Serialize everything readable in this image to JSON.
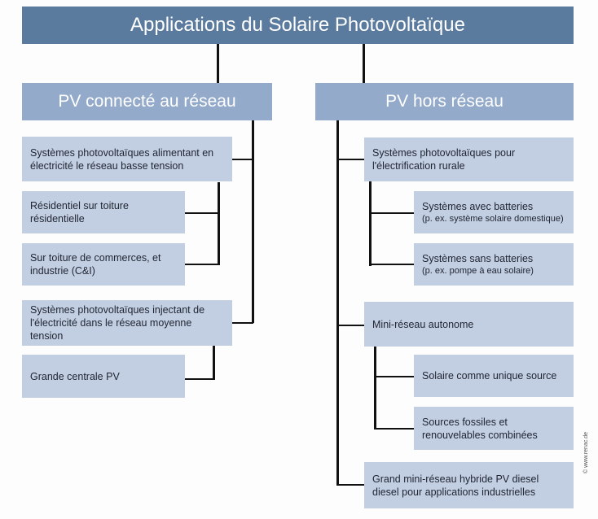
{
  "title": "Applications du Solaire Photovoltaïque",
  "left": {
    "header": "PV connecté au réseau",
    "low_voltage": "Systèmes photovoltaïques alimentant en électricité le réseau basse tension",
    "residential": "Résidentiel sur toiture résidentielle",
    "commercial": "Sur toiture de commerces, et industrie (C&I)",
    "medium_voltage": "Systèmes photovoltaïques injectant de l'électricité dans le réseau moyenne tension",
    "large_plant": "Grande centrale PV"
  },
  "right": {
    "header": "PV hors réseau",
    "rural": "Systèmes photovoltaïques pour l'électrification rurale",
    "with_batteries": "Systèmes avec batteries",
    "with_batteries_example": "(p. ex. système solaire domestique)",
    "without_batteries": "Systèmes sans batteries",
    "without_batteries_example": "(p. ex. pompe à eau solaire)",
    "mini_grid": "Mini-réseau autonome",
    "solar_only": "Solaire comme unique source",
    "hybrid_sources": "Sources fossiles et renouvelables combinées",
    "large_hybrid": "Grand mini-réseau hybride PV diesel diesel pour applications industrielles"
  },
  "watermark": "© www.renac.de"
}
